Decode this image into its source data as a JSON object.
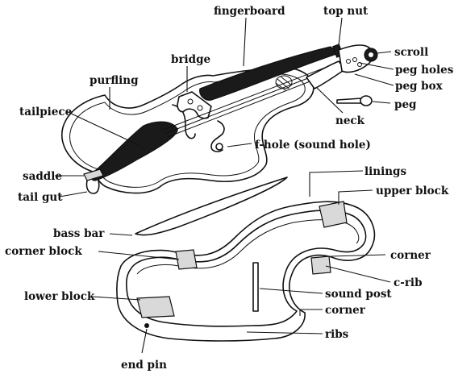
{
  "labels": {
    "fingerboard": "fingerboard",
    "top_nut": "top nut",
    "scroll": "scroll",
    "peg_holes": "peg holes",
    "peg_box": "peg box",
    "peg": "peg",
    "neck": "neck",
    "bridge": "bridge",
    "purfling": "purfling",
    "tailpiece": "tailpiece",
    "f_hole": "f-hole (sound hole)",
    "saddle": "saddle",
    "tail_gut": "tail gut",
    "linings": "linings",
    "upper_block": "upper block",
    "bass_bar": "bass bar",
    "corner_block": "corner block",
    "corner_top": "corner",
    "c_rib": "c-rib",
    "lower_block": "lower block",
    "sound_post": "sound post",
    "corner_bottom": "corner",
    "ribs": "ribs",
    "end_pin": "end pin"
  }
}
